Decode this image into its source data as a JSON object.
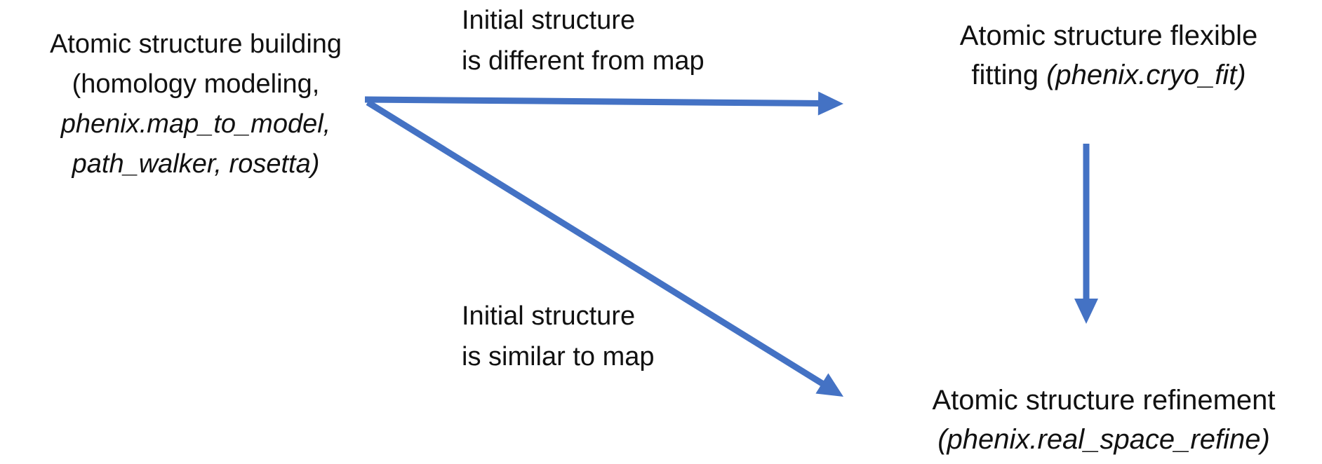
{
  "colors": {
    "arrow": "#4472C4",
    "text": "#111111",
    "background": "#ffffff"
  },
  "diagram": {
    "nodes": {
      "building": {
        "line1": "Atomic structure building",
        "line2": "(homology modeling,",
        "line3": "phenix.map_to_model,",
        "line4": "path_walker, rosetta)"
      },
      "flexible_fitting": {
        "line1": "Atomic structure flexible",
        "line2_pre": "fitting ",
        "line2_tool": "(phenix.cryo_fit)"
      },
      "refinement": {
        "line1": "Atomic structure refinement",
        "line2_tool": "(phenix.real_space_refine)"
      }
    },
    "labels": {
      "different": {
        "line1": "Initial structure",
        "line2": "is different from map"
      },
      "similar": {
        "line1": "Initial structure",
        "line2": "is similar to map"
      }
    },
    "connections": [
      {
        "from": "building",
        "to": "flexible_fitting"
      },
      {
        "from": "building",
        "to": "refinement"
      },
      {
        "from": "flexible_fitting",
        "to": "refinement"
      }
    ]
  }
}
